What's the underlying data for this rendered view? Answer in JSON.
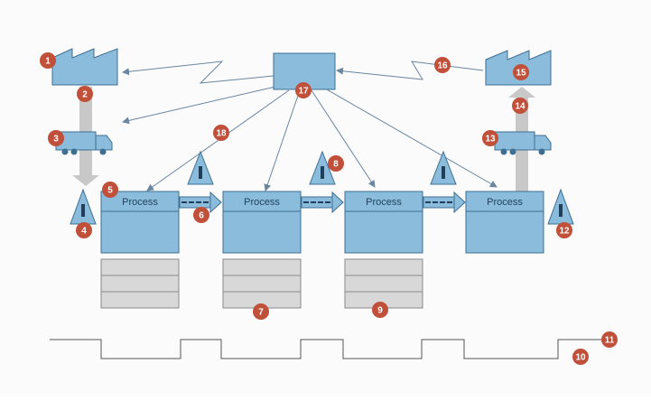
{
  "diagram": {
    "process_label": "Process",
    "processes": [
      {
        "label": "Process"
      },
      {
        "label": "Process"
      },
      {
        "label": "Process"
      },
      {
        "label": "Process"
      }
    ],
    "badges": [
      "1",
      "2",
      "3",
      "4",
      "5",
      "6",
      "7",
      "8",
      "9",
      "10",
      "11",
      "12",
      "13",
      "14",
      "15",
      "16",
      "17",
      "18"
    ]
  },
  "colors": {
    "shape_fill": "#8bbcdb",
    "shape_stroke": "#3d6f94",
    "badge_fill": "#c0503a",
    "grey_arrow": "#c8c8c8",
    "data_box_fill": "#d8d8d8",
    "line": "#6a86a0",
    "timeline": "#555555"
  }
}
